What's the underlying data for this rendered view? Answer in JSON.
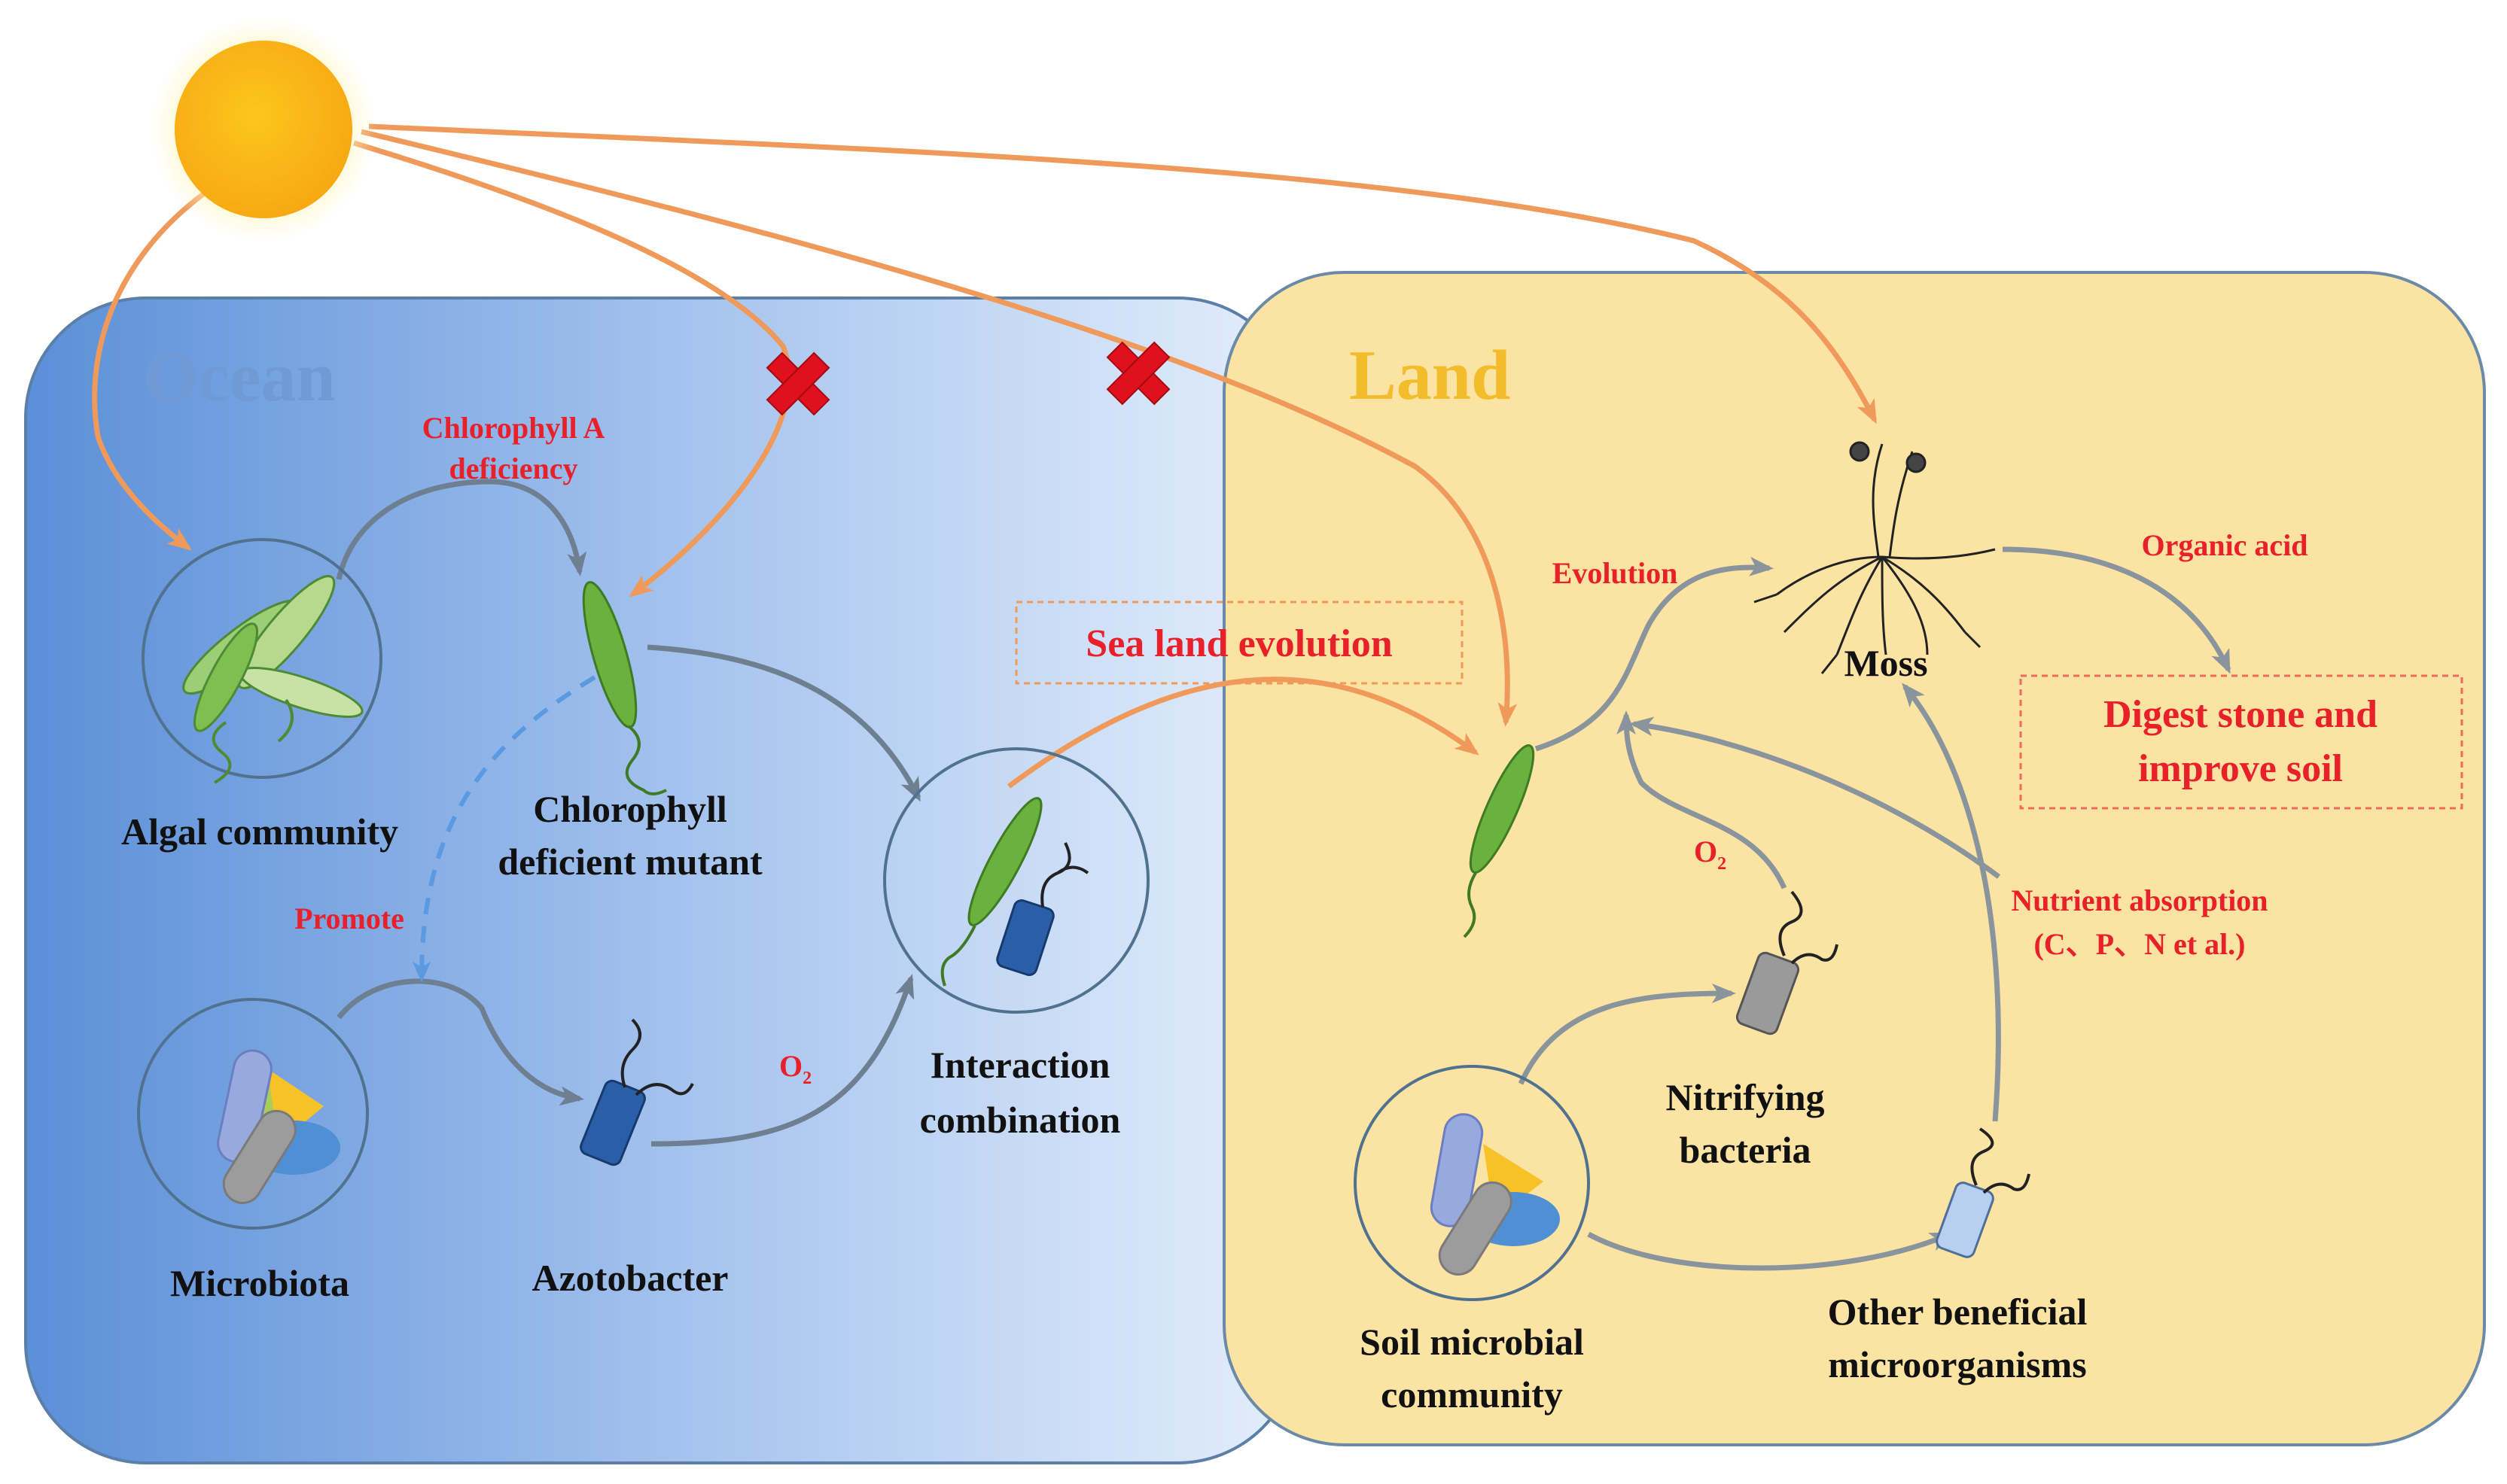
{
  "regions": {
    "ocean": "Ocean",
    "land": "Land"
  },
  "nodes": {
    "algal_community": "Algal community",
    "mutant_line1": "Chlorophyll",
    "mutant_line2": "deficient mutant",
    "microbiota": "Microbiota",
    "azotobacter": "Azotobacter",
    "interaction_line1": "Interaction",
    "interaction_line2": "combination",
    "moss": "Moss",
    "nitrifying_line1": "Nitrifying",
    "nitrifying_line2": "bacteria",
    "soil_line1": "Soil microbial",
    "soil_line2": "community",
    "other_line1": "Other beneficial",
    "other_line2": "microorganisms"
  },
  "labels": {
    "chlorophyll_a_line1": "Chlorophyll A",
    "chlorophyll_a_line2": "deficiency",
    "promote": "Promote",
    "o2_ocean": "O",
    "o2_ocean_sub": "2",
    "o2_land": "O",
    "o2_land_sub": "2",
    "evolution": "Evolution",
    "organic_acid": "Organic acid",
    "nutrient_line1": "Nutrient absorption",
    "nutrient_line2": "(C、P、N et al.)",
    "sea_land_evolution": "Sea land evolution",
    "digest_line1": "Digest stone and",
    "digest_line2": "improve soil"
  },
  "colors": {
    "ocean_dark": "#5b8fd8",
    "ocean_light": "#e4eefb",
    "land_fill": "#fbe3a3",
    "sun": "#fbb816",
    "sun_arrow": "#ef9a5a",
    "gray_arrow": "#8a949c",
    "title_ocean": "#6f9ad6",
    "title_land": "#f2bc2b",
    "red_text": "#e8202a",
    "blocked": "#e0101e"
  }
}
